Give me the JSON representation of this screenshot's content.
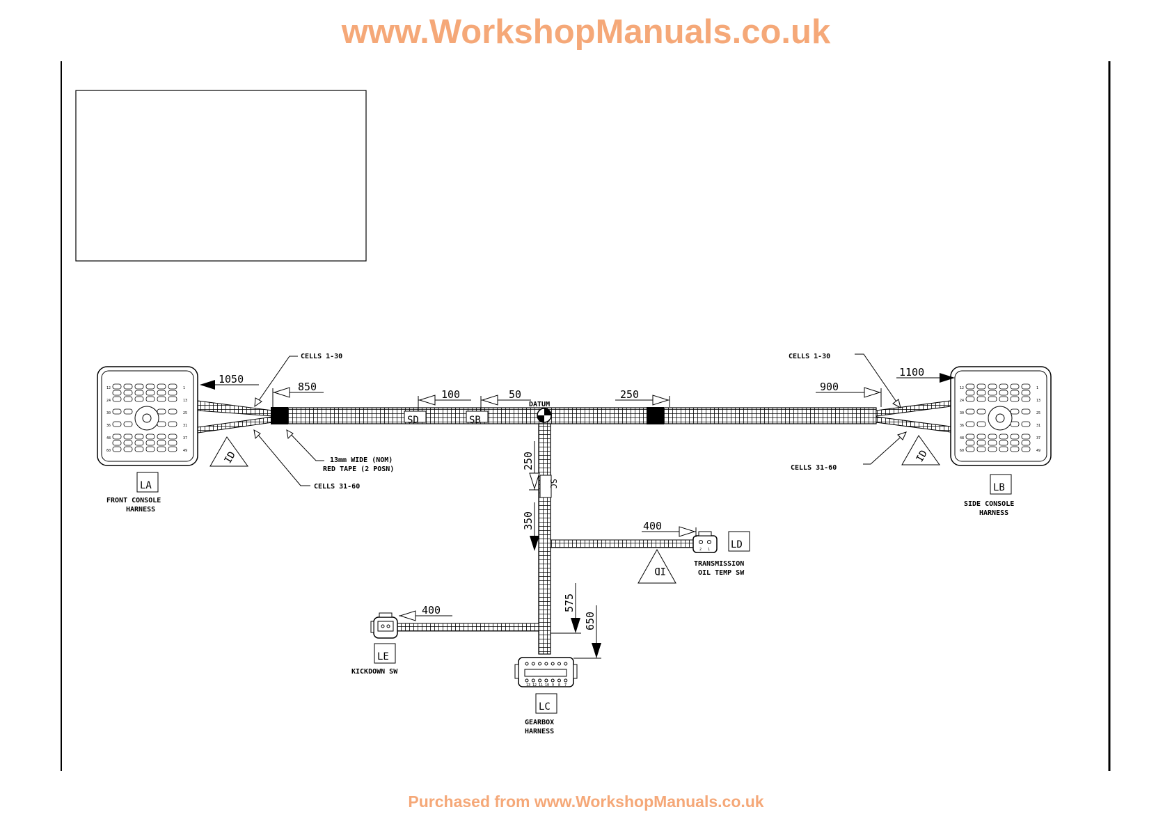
{
  "header": {
    "watermark": "www.WorkshopManuals.co.uk"
  },
  "footer": {
    "purchased": "Purchased from www.WorkshopManuals.co.uk"
  },
  "colors": {
    "watermark": "#f5a878",
    "line": "#000000"
  },
  "connectors": {
    "la": {
      "code": "LA",
      "name_line1": "FRONT CONSOLE",
      "name_line2": "HARNESS"
    },
    "lb": {
      "code": "LB",
      "name_line1": "SIDE CONSOLE",
      "name_line2": "HARNESS"
    },
    "lc": {
      "code": "LC",
      "name_line1": "GEARBOX",
      "name_line2": "HARNESS"
    },
    "ld": {
      "code": "LD",
      "name_line1": "TRANSMISSION",
      "name_line2": "OIL TEMP SW"
    },
    "le": {
      "code": "LE",
      "name_line1": "KICKDOWN SW"
    }
  },
  "labels": {
    "cells_1_30_left": "CELLS 1-30",
    "cells_31_60_left": "CELLS 31-60",
    "cells_1_30_right": "CELLS 1-30",
    "cells_31_60_right": "CELLS 31-60",
    "tape_line1": "13mm WIDE (NOM)",
    "tape_line2": "RED TAPE (2 POSN)",
    "datum": "DATUM",
    "splice_sd": "SD",
    "splice_sb": "SB",
    "splice_sc": "SC",
    "id_tag": "ID"
  },
  "dimensions": {
    "d1050": "1050",
    "d850": "850",
    "d100": "100",
    "d50": "50",
    "d250_h": "250",
    "d900": "900",
    "d1100": "1100",
    "d250_v": "250",
    "d350": "350",
    "d400_ld": "400",
    "d400_le": "400",
    "d575": "575",
    "d650": "650"
  },
  "pins": {
    "la": [
      "12",
      "1",
      "24",
      "13",
      "30",
      "25",
      "36",
      "31",
      "48",
      "37",
      "60",
      "49"
    ],
    "lb": [
      "12",
      "1",
      "24",
      "13",
      "30",
      "25",
      "36",
      "31",
      "48",
      "37",
      "60",
      "49"
    ],
    "ld": [
      "2",
      "1"
    ],
    "lc": [
      "13",
      "12",
      "11",
      "10",
      "9",
      "8",
      "7"
    ]
  }
}
